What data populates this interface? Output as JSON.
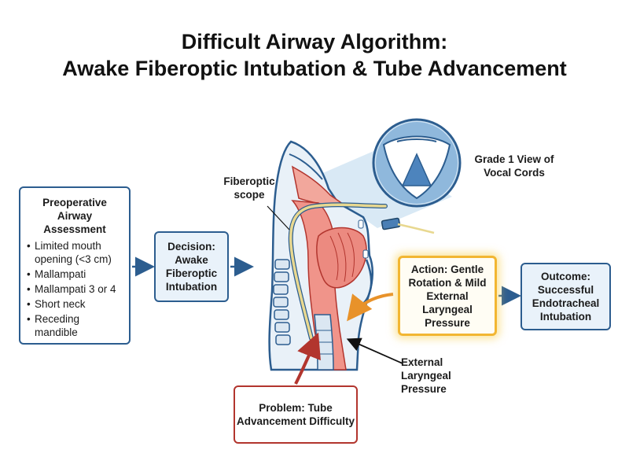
{
  "title": {
    "line1": "Difficult Airway Algorithm:",
    "line2": "Awake Fiberoptic Intubation & Tube Advancement"
  },
  "preop": {
    "heading": "Preoperative Airway Assessment",
    "items": [
      "Limited mouth opening (<3 cm)",
      "Mallampati",
      "Mallampati 3 or 4",
      "Short neck",
      "Receding mandible"
    ]
  },
  "decision": "Decision: Awake Fiberoptic Intubation",
  "action": "Action: Gentle Rotation & Mild External Laryngeal Pressure",
  "outcome": "Outcome: Successful Endotracheal Intubation",
  "problem": "Problem: Tube Advancement Difficulty",
  "labels": {
    "scope": "Fiberoptic scope",
    "grade": "Grade 1 View of Vocal Cords",
    "elp": "External Laryngeal Pressure"
  },
  "colors": {
    "blue": "#2c5d8f",
    "gold": "#f2b632",
    "red": "#b2352e",
    "orange": "#e8922a"
  }
}
